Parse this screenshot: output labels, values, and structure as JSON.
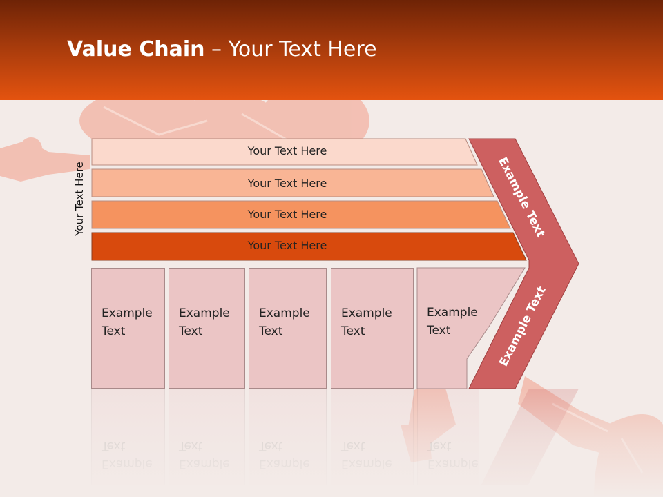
{
  "title": {
    "bold": "Value Chain",
    "rest": " – Your Text Here"
  },
  "side_label": "Your Text Here",
  "bars": [
    {
      "label": "Your Text Here",
      "color": "#fbd9cc"
    },
    {
      "label": "Your Text Here",
      "color": "#f9b595"
    },
    {
      "label": "Your Text Here",
      "color": "#f5935f"
    },
    {
      "label": "Your Text Here",
      "color": "#d84a0d"
    }
  ],
  "columns": [
    {
      "label": "Example Text"
    },
    {
      "label": "Example Text"
    },
    {
      "label": "Example Text"
    },
    {
      "label": "Example Text"
    },
    {
      "label": "Example Text"
    }
  ],
  "chevron": {
    "upper_label": "Example Text",
    "lower_label": "Example Text",
    "color": "#cd6060"
  },
  "colors": {
    "header_dark": "#6e2306",
    "header_light": "#e4530f",
    "background": "#f3ebe8",
    "column_fill": "#ebc5c5",
    "figure": "#f2b5a6"
  }
}
